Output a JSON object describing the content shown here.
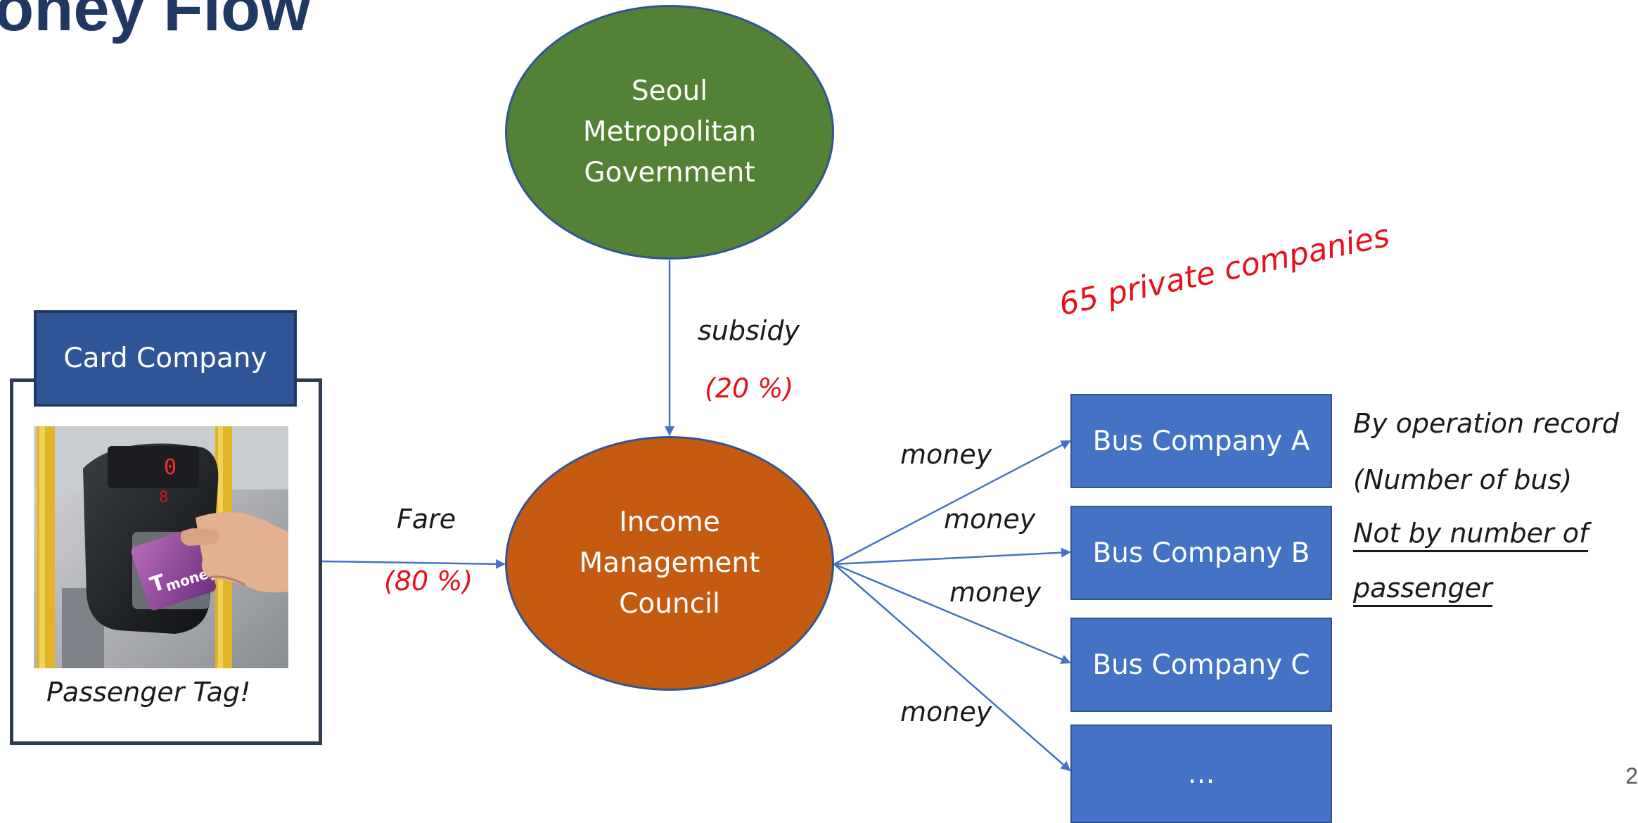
{
  "slide": {
    "title": "oney Flow",
    "page_number": "2"
  },
  "nodes": {
    "government": "Seoul Metropolitan Government",
    "council": "Income Management Council",
    "card_company": "Card Company",
    "bus_a": "Bus Company A",
    "bus_b": "Bus Company B",
    "bus_c": "Bus Company C",
    "bus_more": "…"
  },
  "annotations": {
    "passenger_tag": "Passenger Tag!",
    "fare": "Fare",
    "fare_share": "(80 %)",
    "subsidy": "subsidy",
    "subsidy_share": "(20 %)",
    "money_a": "money",
    "money_b": "money",
    "money_c": "money",
    "money_more": "money",
    "private_companies": "65 private companies",
    "criteria_line1": "By operation record",
    "criteria_line2": "(Number of bus)",
    "criteria_line3": "Not by number of",
    "criteria_line4": "passenger"
  },
  "colors": {
    "title": "#203864",
    "government_fill": "#538135",
    "council_fill": "#c55a11",
    "card_header_fill": "#2f5597",
    "bus_fill": "#4472c4",
    "arrow": "#4472c4",
    "highlight_red": "#e8101a"
  },
  "icons": {
    "photo": "bus-card-reader-photo"
  }
}
